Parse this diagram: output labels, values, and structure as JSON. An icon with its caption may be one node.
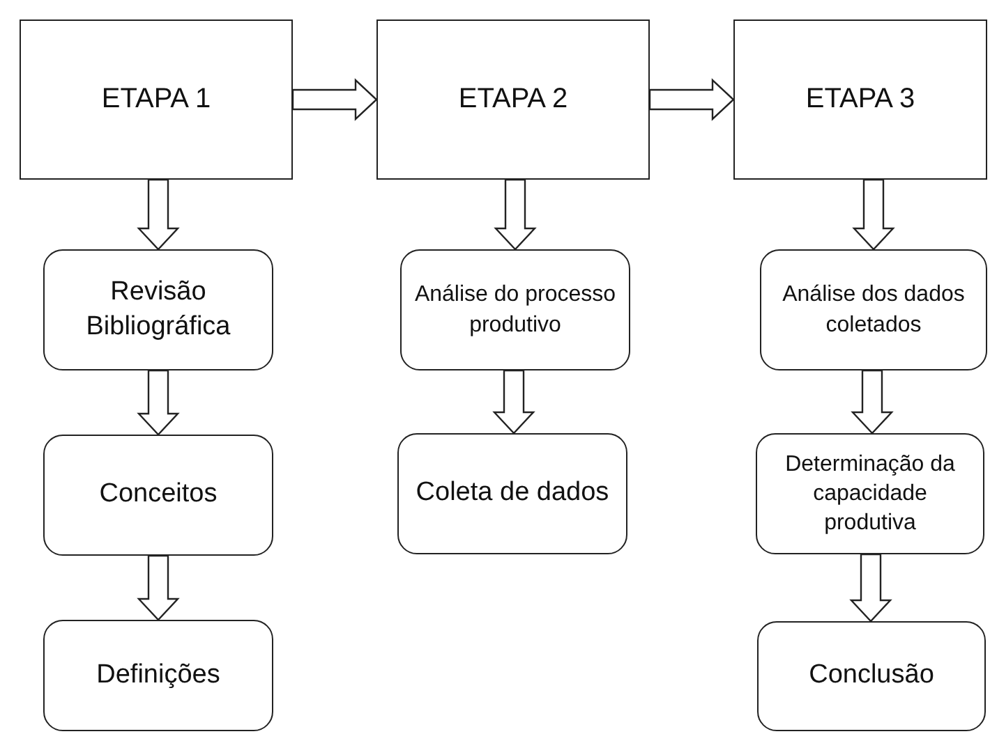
{
  "diagram": {
    "nodes": [
      {
        "text": [
          "ETAPA 1"
        ]
      },
      {
        "text": [
          "ETAPA 2"
        ]
      },
      {
        "text": [
          "ETAPA 3"
        ]
      },
      {
        "text": [
          "Revisão Bibliográfica"
        ]
      },
      {
        "text": [
          "Conceitos"
        ]
      },
      {
        "text": [
          "Definições"
        ]
      },
      {
        "text": [
          "Análise do processo produtivo"
        ]
      },
      {
        "text": [
          "Coleta de dados"
        ]
      },
      {
        "text": [
          "Análise dos dados coletados"
        ]
      },
      {
        "text": [
          "Determinação da capacidade produtiva"
        ]
      },
      {
        "text": [
          "Conclusão"
        ]
      }
    ],
    "edges": [
      {
        "from": 0,
        "to": 1,
        "arrow": "to"
      },
      {
        "from": 1,
        "to": 2,
        "arrow": "to"
      },
      {
        "from": 0,
        "to": 3,
        "arrow": "to"
      },
      {
        "from": 3,
        "to": 4,
        "arrow": "to"
      },
      {
        "from": 4,
        "to": 5,
        "arrow": "to"
      },
      {
        "from": 1,
        "to": 6,
        "arrow": "to"
      },
      {
        "from": 6,
        "to": 7,
        "arrow": "to"
      },
      {
        "from": 2,
        "to": 8,
        "arrow": "to"
      },
      {
        "from": 8,
        "to": 9,
        "arrow": "to"
      },
      {
        "from": 9,
        "to": 10,
        "arrow": "to"
      }
    ]
  }
}
